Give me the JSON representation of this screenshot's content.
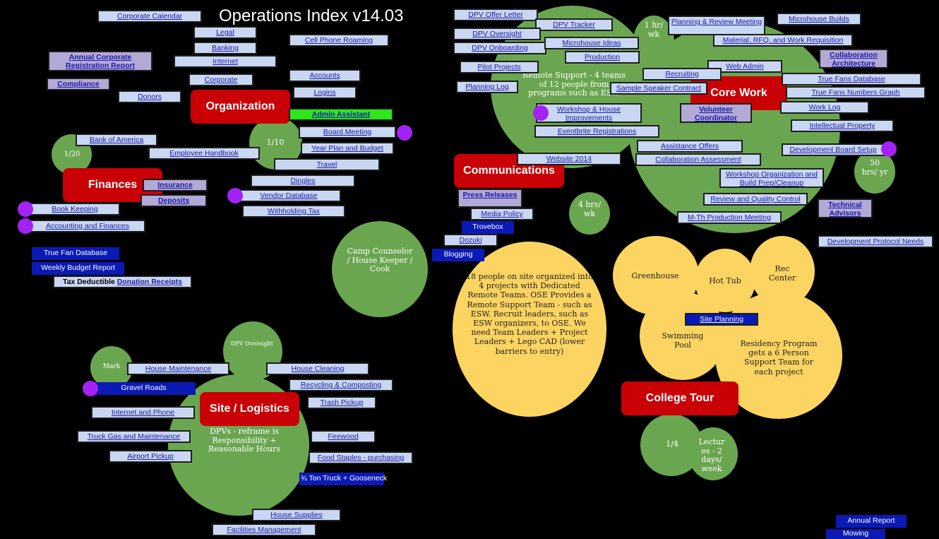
{
  "title": "Operations Index v14.03",
  "colors": {
    "background": "#000000",
    "green_circle": "#6aa650",
    "yellow_circle": "#fbd461",
    "hub": "#c90006",
    "link_box": "#c9d7f2",
    "purple_box": "#b3a9d6",
    "dark_box": "#0b1ab5",
    "highlight": "#2ee61c",
    "marker_dot": "#a322f5"
  },
  "hubs": {
    "organization": "Organization",
    "finances": "Finances",
    "site_logistics": "Site / Logistics",
    "communications": "Communications",
    "core_work": "Core Work",
    "college_tour": "College Tour"
  },
  "circles": {
    "org_ratio": "1/10",
    "fin_ratio": "1/20",
    "mark": "Mark",
    "dpv_oversight": "DPV Oversight",
    "site_note": "DPVs - reframe is Responsibility + Reasonable Hours",
    "camp": "Camp Counselor / House Keeper / Cook",
    "comm_hours": "4 hrs/ wk",
    "remote_support": "Remote Support -  4 teams of 12 people from programs such as ESW",
    "core_hours_top": "1 hr/ wk",
    "core_hours_yr": "50 hrs/ yr",
    "college_ratio": "1/4",
    "lectures": "Lectur es - 2 days/ week"
  },
  "yellow": {
    "big_note": "18 people on site organized into 4 projects with Dedicated Remote Teams. OSE Provides a Remote Support Team -  such as ESW. Recruit leaders, such as ESW organizers, to OSE. We need Team Leaders + Project Leaders + Lego CAD (lower barriers to entry)",
    "greenhouse": "Greenhouse",
    "hot_tub": "Hot Tub",
    "rec_center": "Rec Center",
    "swimming_pool": "Swimming Pool",
    "residency": "Residency Program gets  a 6 Person Support Team for each project"
  },
  "org": {
    "corporate_calendar": "Corporate Calendar",
    "legal": "Legal",
    "banking": "Banking",
    "internet": "Internet",
    "corporate": "Corporate",
    "cell_phone": "Cell Phone Roaming",
    "annual_registration": "Annual Corporate Registration Report",
    "compliance": "Compliance",
    "donors": "Donors",
    "accounts": "Accounts",
    "logins": "Logins",
    "admin_assistant": "Admin Assistant",
    "board_meeting": "Board Meeting",
    "year_plan": "Year Plan and Budget",
    "travel": "Travel",
    "dingles": "Dingles",
    "vendor_database": "Vendor Database",
    "withholding_tax": "Withholding Tax",
    "employee_handbook": "Employee Handbook"
  },
  "fin": {
    "bank_of_america": "Bank of America",
    "insurance": "Insurance",
    "deposits": "Deposits",
    "book_keeping": "Book Keeping",
    "accounting": "Accounting and Finances",
    "true_fan_database": "True Fan Database",
    "weekly_budget": "Weekly Budget Report",
    "tax_deductible": "Tax Deductible ",
    "donation_receipts": "Donation Receipts"
  },
  "site": {
    "house_maintenance": "House Maintenance",
    "gravel_roads": "Gravel Roads",
    "house_cleaning": "House Cleaning",
    "recycling": "Recycling & Composting",
    "trash": "Trash Pickup",
    "internet_phone": "Internet and Phone",
    "truck_gas": "Truck Gas and Maintenance",
    "firewood": "Firewood",
    "airport": "Airport Pickup",
    "food_staples": "Food Staples - purchasing",
    "truck_gooseneck": "¾ Ton Truck + Gooseneck",
    "house_supplies": "House Supplies",
    "facilities": "Facilities Management"
  },
  "comm": {
    "press_releases": "Press Releases",
    "media_policy": "Media Policy",
    "trovebox": "Trovebox",
    "dozuki": "Dozuki",
    "blogging": "Blogging",
    "website_2014": "Website 2014"
  },
  "core": {
    "dpv_offer_letter": "DPV Offer Letter",
    "dpv_tracker": "DPV Tracker",
    "dpv_oversight": "DPV Oversight",
    "dpv_onboarding": "DPV Onboarding",
    "microhouse_ideas": "Microhouse Ideas",
    "production": "Production",
    "pilot_projects": "Pilot Projects",
    "planning_log": "Planning Log",
    "planning_review": "Planning & Review Meeting",
    "microhouse_builds": "Microhouse Builds",
    "material_rfq": "Material, RFQ, and Work Requisition",
    "collab_architecture": "Collaboration Architecture",
    "web_admin": "Web Admin",
    "recruiting": "Recruiting",
    "true_fans_db": "True Fans Database",
    "true_fans_graph": "True Fans Numbers Graph",
    "sample_speaker": "Sample Speaker Contract",
    "workshop_house": "Workshop & House Improvements",
    "volunteer_coordinator": "Volunteer Coordinator",
    "work_log": "Work Log",
    "eventbrite": "Eventbrite Registrations",
    "intellectual_property": "Intellectual Property",
    "assistance_offers": "Assistance Offers",
    "collab_assessment": "Collaboration  Assessment",
    "dev_board_setup": "Development Board Setup",
    "workshop_org": "Workshop Organization and Build Prep/Cleanup",
    "review_qc": "Review and Quality Control",
    "technical_advisors": "Technical Advisors",
    "mth_meeting": "M-Th Production Meeting",
    "dev_protocol": "Development Protocol Needs",
    "site_planning": "Site Planning",
    "annual_report": "Annual Report",
    "mowing": "Mowing"
  }
}
